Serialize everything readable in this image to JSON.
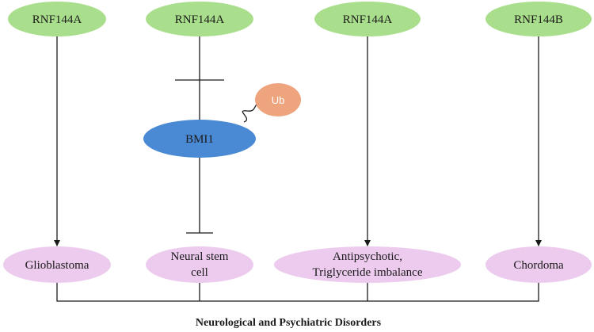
{
  "genes": [
    {
      "label": "RNF144A"
    },
    {
      "label": "RNF144A"
    },
    {
      "label": "RNF144A"
    },
    {
      "label": "RNF144B"
    }
  ],
  "targets": [
    {
      "lines": [
        "Glioblastoma"
      ]
    },
    {
      "lines": [
        "Neural stem",
        "cell"
      ]
    },
    {
      "lines": [
        "Antipsychotic,",
        "Triglyceride imbalance"
      ]
    },
    {
      "lines": [
        "Chordoma"
      ]
    }
  ],
  "bmi1": {
    "label": "BMI1"
  },
  "ub": {
    "label": "Ub"
  },
  "footer": {
    "title": "Neurological and Psychiatric Disorders"
  },
  "colors": {
    "gene_fill": "#a9df8c",
    "target_fill": "#eccbee",
    "bmi1_fill": "#4a8ad4",
    "ub_fill": "#eea47d",
    "line": "#1a1a1a"
  }
}
